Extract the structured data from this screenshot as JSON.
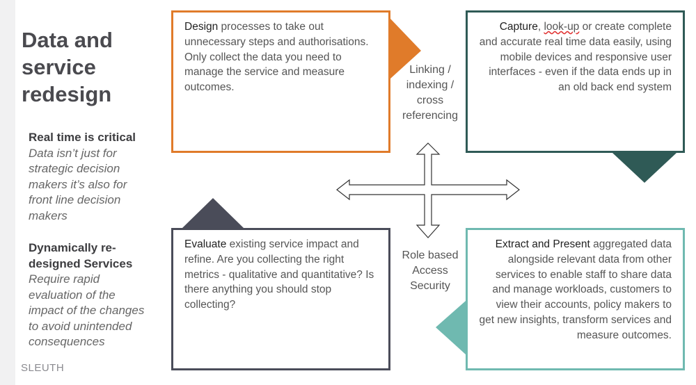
{
  "title": "Data and service redesign",
  "side": [
    {
      "heading": "Real time is critical",
      "body": "Data isn’t just for strategic decision makers it’s also for front line decision makers"
    },
    {
      "heading": "Dynamically re-designed Services",
      "body": "Require  rapid evaluation of the impact of the changes to avoid unintended consequences"
    }
  ],
  "logo": "SLEUTH",
  "boxes": {
    "design": {
      "lead": "Design",
      "text": " processes to take out unnecessary steps and authorisations. Only collect the data you need to manage the service and measure outcomes."
    },
    "capture": {
      "lead": "Capture",
      "sep": ", ",
      "link": "look-up",
      "text": " or create complete and accurate real time data easily, using mobile devices and responsive user interfaces - even if the data ends up in an old back end system"
    },
    "evaluate": {
      "lead": "Evaluate",
      "text": " existing service impact and refine. Are you collecting the right metrics - qualitative and quantitative? Is there anything you should stop collecting?"
    },
    "extract": {
      "lead": "Extract and Present",
      "text": " aggregated data alongside relevant data from other services to enable staff to share data and manage workloads, customers to view their accounts, policy makers to get new insights, transform services and measure outcomes."
    }
  },
  "center_labels": {
    "top": "Linking / indexing / cross referencing",
    "bottom": "Role based Access Security"
  },
  "colors": {
    "design": "#e07b2a",
    "capture": "#2f5a56",
    "evaluate": "#4a4c59",
    "extract": "#6fb9b0"
  }
}
